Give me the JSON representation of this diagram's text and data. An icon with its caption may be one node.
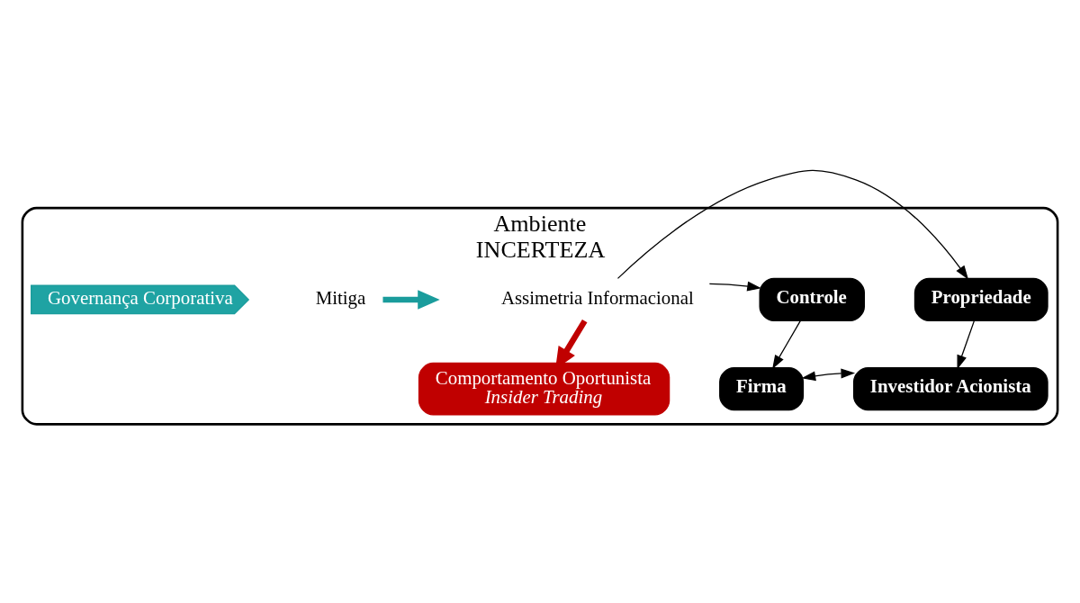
{
  "diagram": {
    "nodes": [
      {
        "text": [
          "Ambiente",
          "INCERTEZA"
        ]
      },
      {
        "text": [
          "Controle"
        ],
        "in": 0
      },
      {
        "text": [
          "Assimetria Informacional"
        ],
        "in": 0
      },
      {
        "text": [
          "Propriedade"
        ],
        "in": 0
      },
      {
        "text": [
          "Firma"
        ],
        "in": 0
      },
      {
        "text": [
          "Investidor Acionista"
        ],
        "in": 0
      },
      {
        "text": [
          "Governança Corporativa"
        ],
        "in": 0
      },
      {
        "text": [
          "Mitiga"
        ],
        "in": 0
      },
      {
        "text": [
          "Comportamento Oportunista",
          "Insider Trading"
        ],
        "in": 0
      }
    ],
    "edges": [
      {
        "from": 2,
        "to": 1,
        "arrow": "to"
      },
      {
        "from": 2,
        "to": 3,
        "arrow": "to"
      },
      {
        "from": 1,
        "to": 4,
        "arrow": "to"
      },
      {
        "from": 3,
        "to": 5,
        "arrow": "to"
      },
      {
        "from": 4,
        "to": 5,
        "arrow": "both"
      },
      {
        "from": 2,
        "to": 8,
        "arrow": "to",
        "style": "thick",
        "color": "#c00000"
      },
      {
        "from": 7,
        "to": null,
        "arrow": "to",
        "style": "thick",
        "color": "#1a9c9c"
      }
    ]
  }
}
